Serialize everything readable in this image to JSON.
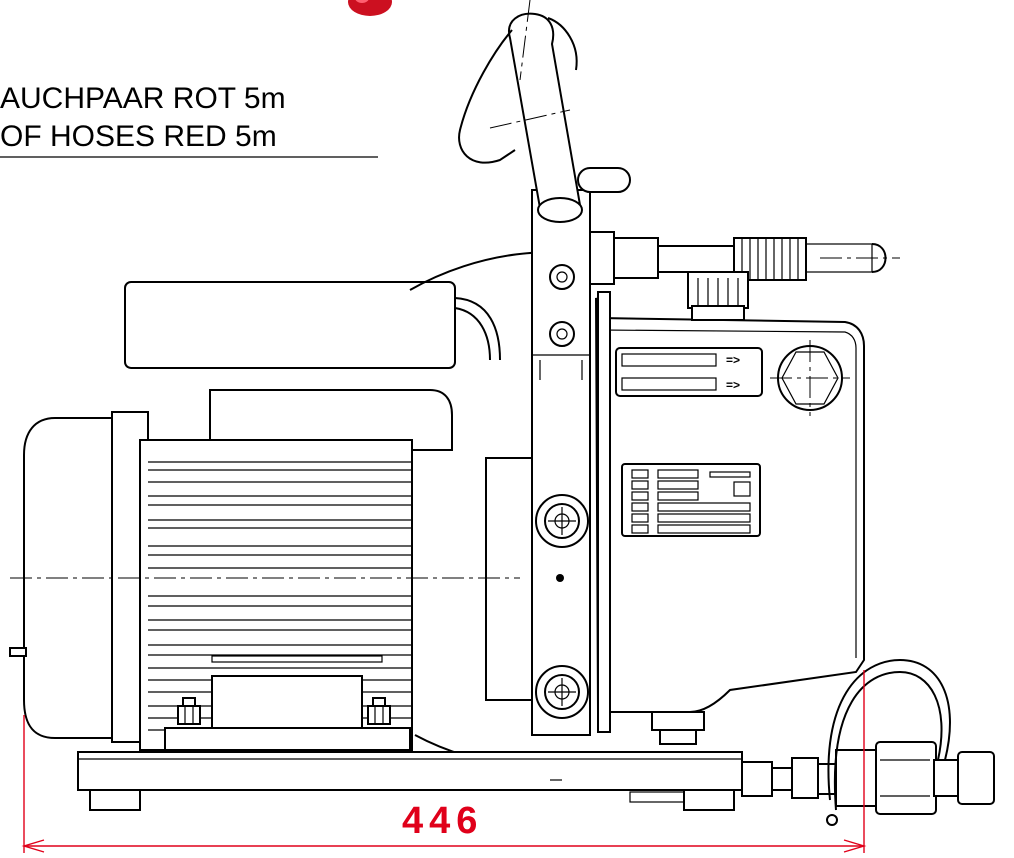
{
  "label": {
    "line1": "AUCHPAAR ROT 5m",
    "line2": "OF HOSES RED 5m"
  },
  "dimension": {
    "value": "446",
    "color": "#e0001a"
  },
  "panel_symbols": {
    "arrow1": "=>",
    "arrow2": "=>"
  },
  "accent_colors": {
    "red_knob": "#cc1020",
    "dimension": "#e0001a"
  }
}
